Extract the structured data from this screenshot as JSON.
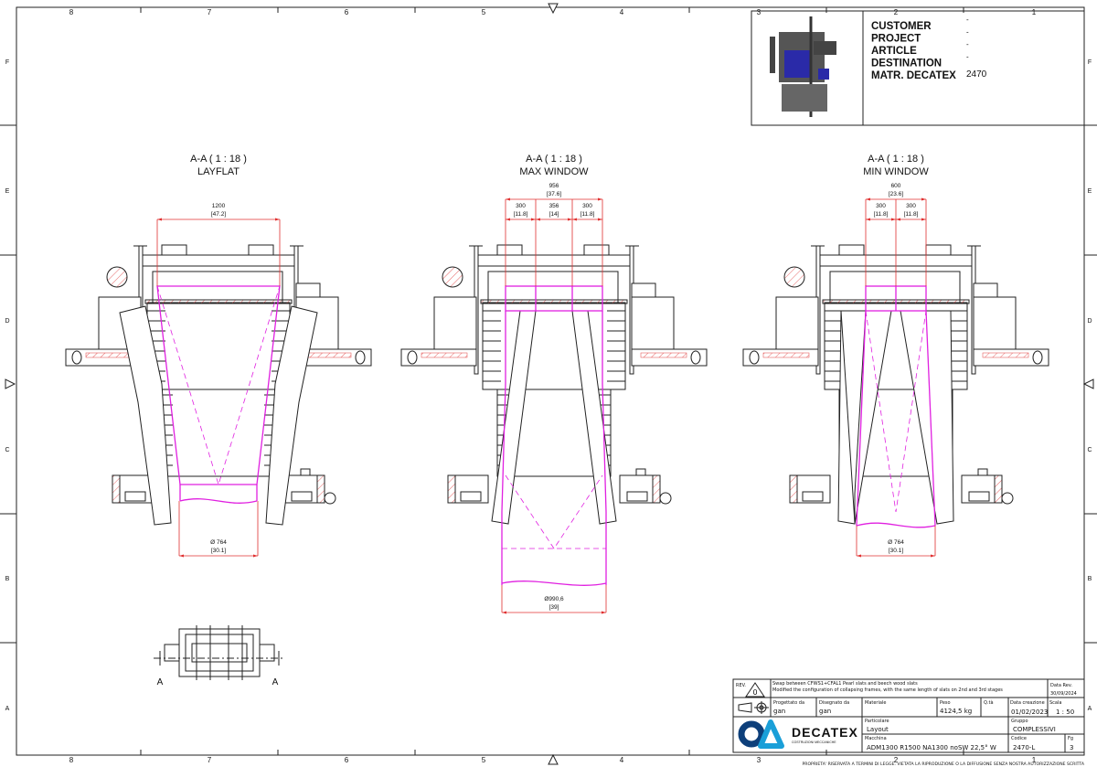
{
  "frame": {
    "zones_top": [
      "8",
      "7",
      "6",
      "5",
      "4",
      "3",
      "2",
      "1"
    ],
    "zones_side": [
      "F",
      "E",
      "D",
      "C",
      "B",
      "A"
    ]
  },
  "info": {
    "labels": [
      "CUSTOMER",
      "PROJECT",
      "ARTICLE",
      "DESTINATION",
      "MATR. DECATEX"
    ],
    "values": [
      "-",
      "-",
      "-",
      "-",
      "2470"
    ]
  },
  "views": [
    {
      "title": "A-A ( 1 : 18 )",
      "subtitle": "LAYFLAT",
      "top_dim": "1200",
      "top_dim_in": "[47.2]",
      "bottom_dim": "Ø 764",
      "bottom_dim_in": "[30.1]"
    },
    {
      "title": "A-A ( 1 : 18 )",
      "subtitle": "MAX WINDOW",
      "top_dim": "956",
      "top_dim_in": "[37.6]",
      "sub_dims": [
        {
          "v": "300",
          "i": "[11.8]"
        },
        {
          "v": "356",
          "i": "[14]"
        },
        {
          "v": "300",
          "i": "[11.8]"
        }
      ],
      "bottom_dim": "Ø990,6",
      "bottom_dim_in": "[39]"
    },
    {
      "title": "A-A ( 1 : 18 )",
      "subtitle": "MIN WINDOW",
      "top_dim": "600",
      "top_dim_in": "[23.6]",
      "sub_dims": [
        {
          "v": "300",
          "i": "[11.8]"
        },
        {
          "v": "300",
          "i": "[11.8]"
        }
      ],
      "bottom_dim": "Ø 764",
      "bottom_dim_in": "[30.1]"
    }
  ],
  "plan_view": {
    "section_left": "A",
    "section_right": "A"
  },
  "title_block": {
    "rev_label": "REV.",
    "rev_value": "0",
    "rev_line1": "Swap between CFWS1+CFAL1 Pearl slats and beech wood slats",
    "rev_line2": "Modified the configuration of collapsing frames, with the same length of slats on 2nd and 3rd stages",
    "data_rev_label": "Data Rev.",
    "data_rev_value": "30/09/2024",
    "progettato_label": "Progettato da",
    "progettato_value": "gan",
    "disegnato_label": "Disegnato da",
    "disegnato_value": "gan",
    "materiale_label": "Materiale",
    "materiale_value": "",
    "peso_label": "Peso",
    "peso_value": "4124,5 kg",
    "qta_label": "Q.tà",
    "data_creazione_label": "Data creazione",
    "data_creazione_value": "01/02/2023",
    "scala_label": "Scala",
    "scala_value": "1 : 50",
    "particolare_label": "Particolare",
    "particolare_value": "Layout",
    "gruppo_label": "Gruppo",
    "gruppo_value": "COMPLESSIVI",
    "macchina_label": "Macchina",
    "macchina_value": "ADM1300 R1500 NA1300 noSW 22,5° W",
    "codice_label": "Codice",
    "codice_value": "2470-L",
    "fg_label": "Fg",
    "fg_value": "3",
    "logo_name": "DECATEX",
    "logo_tagline": "COSTRUZIONI MECCANICHE",
    "footer": "PROPRIETA' RISERVATA A TERMINI DI LEGGE. VIETATA LA RIPRODUZIONE O LA DIFFUSIONE SENZA NOSTRA AUTORIZZAZIONE SCRITTA",
    "brand_color": "#1a9fd8",
    "logo_dark": "#0d3f7a"
  },
  "colors": {
    "dimension": "#e03030",
    "film": "#e020e0"
  }
}
